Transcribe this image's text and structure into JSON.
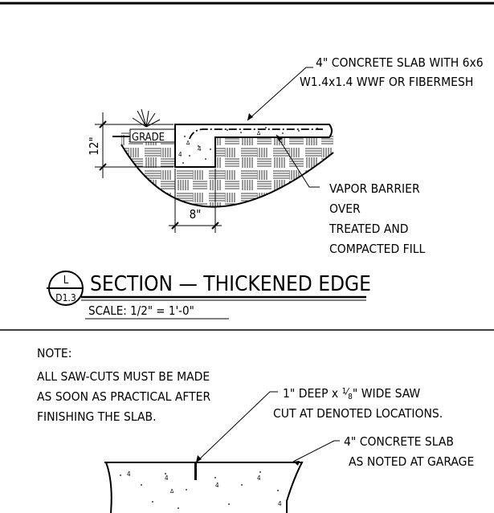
{
  "section": {
    "slab_note_line1": "4\" CONCRETE SLAB WITH 6x6",
    "slab_note_line2": "W1.4x1.4 WWF OR FIBERMESH",
    "grade_label": "GRADE",
    "height_dim": "12\"",
    "width_dim": "8\"",
    "vapor_line1": "VAPOR BARRIER",
    "vapor_line2": "OVER",
    "vapor_line3": "TREATED AND",
    "vapor_line4": "COMPACTED FILL",
    "title": "SECTION  —  THICKENED  EDGE",
    "scale": "SCALE: 1/2\" = 1'-0\"",
    "tag_letter": "L",
    "tag_sheet": "D1.3"
  },
  "saw_cut": {
    "note_heading": "NOTE:",
    "note_line1": "ALL SAW-CUTS MUST BE MADE",
    "note_line2": "AS SOON AS PRACTICAL AFTER",
    "note_line3": "FINISHING THE SLAB.",
    "cut_line1_a": "1\" DEEP x ",
    "cut_frac_num": "1",
    "cut_frac_den": "8",
    "cut_line1_b": "\" WIDE SAW",
    "cut_line2": "CUT AT DENOTED LOCATIONS.",
    "slab_line1": "4\" CONCRETE SLAB",
    "slab_line2": "AS NOTED AT GARAGE"
  }
}
